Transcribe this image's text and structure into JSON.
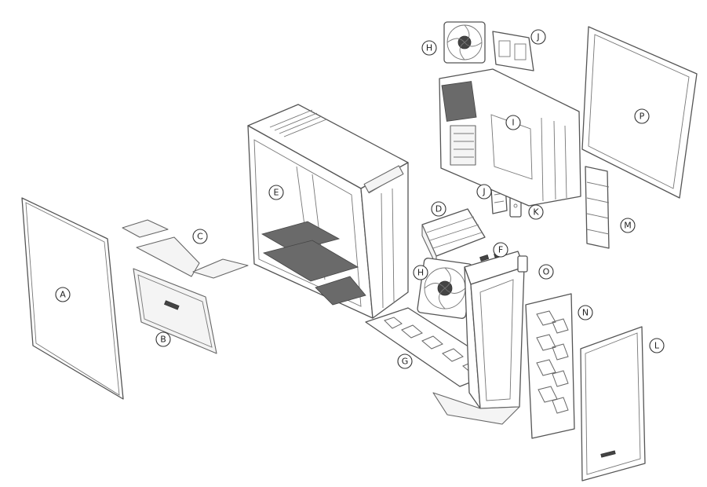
{
  "callouts": [
    {
      "id": "a",
      "letter": "A"
    },
    {
      "id": "b",
      "letter": "B"
    },
    {
      "id": "c",
      "letter": "C"
    },
    {
      "id": "d",
      "letter": "D"
    },
    {
      "id": "e",
      "letter": "E"
    },
    {
      "id": "f",
      "letter": "F"
    },
    {
      "id": "g",
      "letter": "G"
    },
    {
      "id": "h1",
      "letter": "H"
    },
    {
      "id": "h2",
      "letter": "H"
    },
    {
      "id": "i",
      "letter": "I"
    },
    {
      "id": "j1",
      "letter": "J"
    },
    {
      "id": "j2",
      "letter": "J"
    },
    {
      "id": "k",
      "letter": "K"
    },
    {
      "id": "l",
      "letter": "L"
    },
    {
      "id": "m",
      "letter": "M"
    },
    {
      "id": "n",
      "letter": "N"
    },
    {
      "id": "o",
      "letter": "O"
    },
    {
      "id": "p",
      "letter": "P"
    }
  ],
  "colors": {
    "line": "#555555",
    "background": "#ffffff",
    "dark": "#444444"
  }
}
